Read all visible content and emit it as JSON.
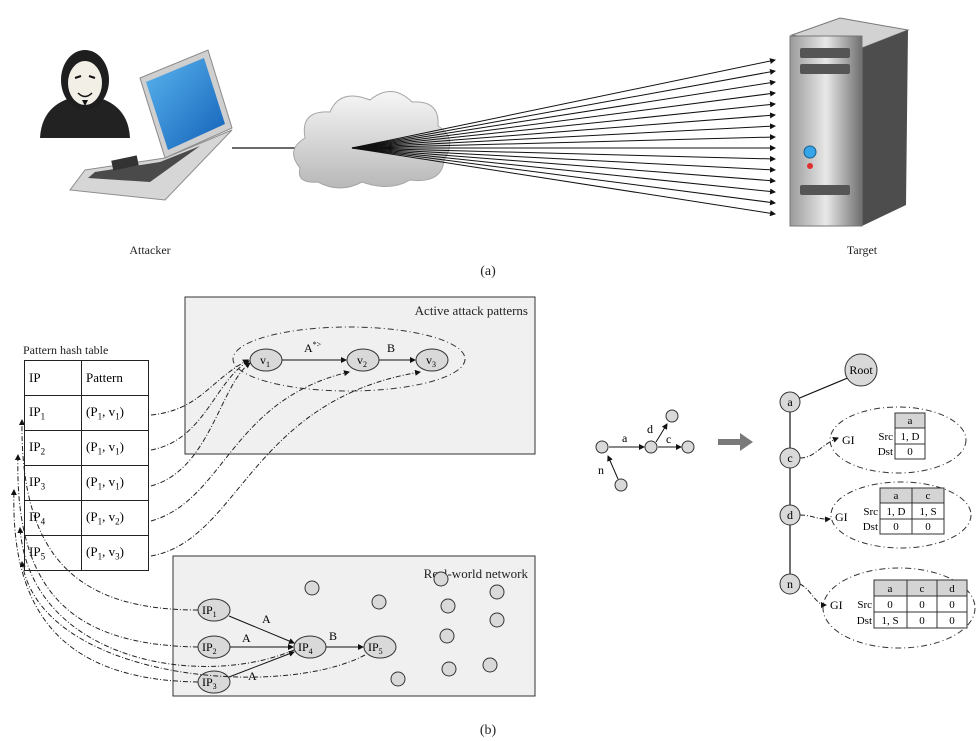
{
  "panel_a": {
    "attacker_label": "Attacker",
    "target_label": "Target",
    "caption": "(a)"
  },
  "panel_b": {
    "caption": "(b)",
    "hash_table_title": "Pattern hash table",
    "hash_table": {
      "headers": [
        "IP",
        "Pattern"
      ],
      "rows": [
        {
          "ip": "IP",
          "ip_sub": "1",
          "pattern": "(P",
          "pattern_p": "1",
          "pattern_v": "1"
        },
        {
          "ip": "IP",
          "ip_sub": "2",
          "pattern": "(P",
          "pattern_p": "1",
          "pattern_v": "1"
        },
        {
          "ip": "IP",
          "ip_sub": "3",
          "pattern": "(P",
          "pattern_p": "1",
          "pattern_v": "1"
        },
        {
          "ip": "IP",
          "ip_sub": "4",
          "pattern": "(P",
          "pattern_p": "1",
          "pattern_v": "2"
        },
        {
          "ip": "IP",
          "ip_sub": "5",
          "pattern": "(P",
          "pattern_p": "1",
          "pattern_v": "3"
        }
      ]
    },
    "active_patterns_title": "Active attack patterns",
    "active_patterns": {
      "nodes": [
        "v",
        "v",
        "v"
      ],
      "node_subs": [
        "1",
        "2",
        "3"
      ],
      "edges": [
        "A",
        "B"
      ],
      "edge_a_sup": "*>"
    },
    "real_world_title": "Real-world network",
    "real_world": {
      "ip_nodes": [
        "IP",
        "IP",
        "IP",
        "IP",
        "IP"
      ],
      "ip_subs": [
        "1",
        "2",
        "3",
        "4",
        "5"
      ],
      "edge_labels": [
        "A",
        "A",
        "A",
        "B"
      ]
    },
    "small_graph": {
      "edge_labels": [
        "a",
        "d",
        "c",
        "n"
      ]
    },
    "tree": {
      "root_label": "Root",
      "nodes": [
        "a",
        "c",
        "d",
        "n"
      ],
      "gi_label": "GI",
      "row_labels": [
        "Src",
        "Dst"
      ],
      "gi_tables": [
        {
          "headers": [
            "a"
          ],
          "src": [
            "1, D"
          ],
          "dst": [
            "0"
          ]
        },
        {
          "headers": [
            "a",
            "c"
          ],
          "src": [
            "1, D",
            "1, S"
          ],
          "dst": [
            "0",
            "0"
          ]
        },
        {
          "headers": [
            "a",
            "c",
            "d"
          ],
          "src": [
            "0",
            "0",
            "0"
          ],
          "dst": [
            "1, S",
            "0",
            "0"
          ]
        }
      ]
    }
  },
  "colors": {
    "panel_fill": "#eff0ef",
    "node_fill": "#d9d9d9",
    "gi_header_fill": "#d4d4d4",
    "line": "#222222"
  },
  "icons": [
    "hacker-mask-icon",
    "laptop-icon",
    "cloud-icon",
    "server-icon",
    "right-arrow-icon"
  ]
}
